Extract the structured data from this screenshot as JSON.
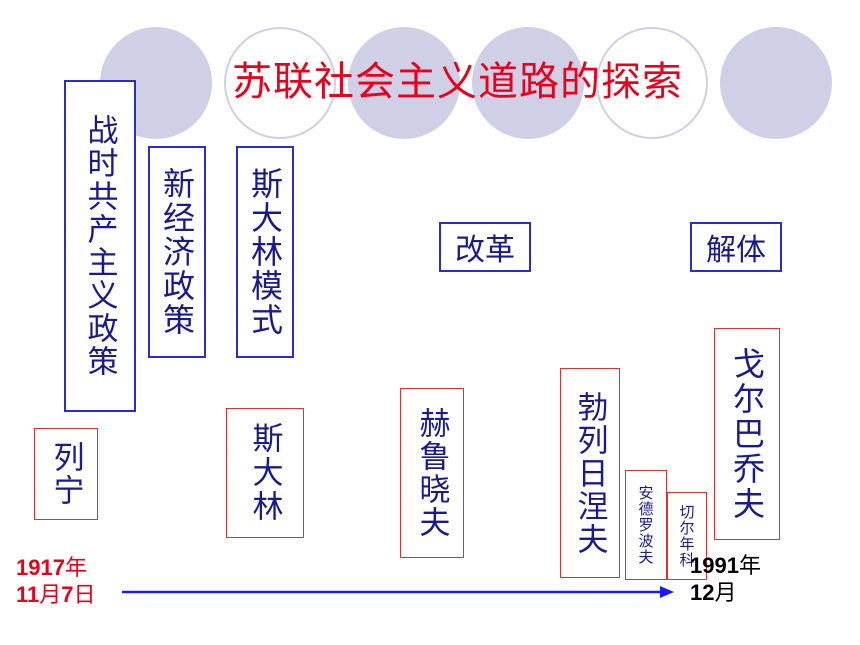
{
  "title": "苏联社会主义道路的探索",
  "timeline": {
    "start": {
      "line1_num": "1917",
      "line1_unit": "年",
      "line2_num1": "11",
      "line2_unit1": "月",
      "line2_num2": "7",
      "line2_unit2": "日"
    },
    "end": {
      "line1_num": "1991",
      "line1_unit": "年",
      "line2_num": "12",
      "line2_unit": "月"
    }
  },
  "policies": {
    "war_communism": "战时共产主义政策",
    "nep": "新经济政策",
    "stalin_model": "斯大林模式",
    "reform": "改革",
    "dissolution": "解体"
  },
  "leaders": {
    "lenin": "列宁",
    "stalin": "斯大林",
    "khrushchev": "赫鲁晓夫",
    "brezhnev": "勃列日涅夫",
    "andropov": "安德罗波夫",
    "chernenko": "切尔年科",
    "gorbachev": "戈尔巴乔夫"
  },
  "colors": {
    "title": "#e8001c",
    "policy_border": "#2b2bd0",
    "leader_border": "#e03030",
    "text": "#1a1a8c",
    "arrow": "#1a1aff",
    "circle": "#cfcfe6"
  }
}
